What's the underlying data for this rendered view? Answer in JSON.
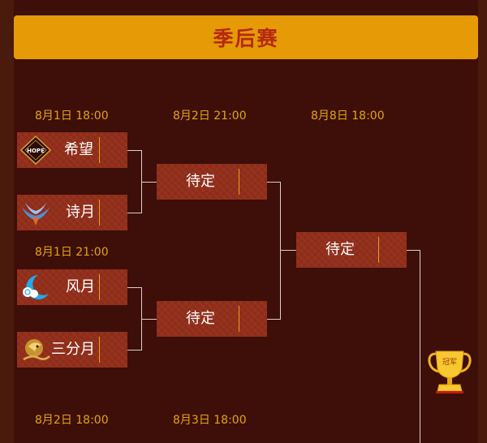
{
  "header": {
    "title": "季后赛"
  },
  "dates": {
    "r1_top": "8月1日 18:00",
    "r1_bottom": "8月1日 21:00",
    "r2": "8月2日 21:00",
    "final": "8月8日 18:00",
    "lower_r1": "8月2日 18:00",
    "lower_r2": "8月3日 18:00"
  },
  "teams": {
    "t1": {
      "name": "希望",
      "logo_text": "HOPE"
    },
    "t2": {
      "name": "诗月"
    },
    "t3": {
      "name": "风月"
    },
    "t4": {
      "name": "三分月"
    }
  },
  "semis": {
    "s1": "待定",
    "s2": "待定"
  },
  "final": {
    "label": "待定"
  },
  "trophy": {
    "label": "冠军"
  },
  "colors": {
    "background": "#3d0f08",
    "header": "#e59a06",
    "header_text": "#b4290e",
    "date_text": "#e5a312",
    "match_bg": "#922e1a"
  }
}
